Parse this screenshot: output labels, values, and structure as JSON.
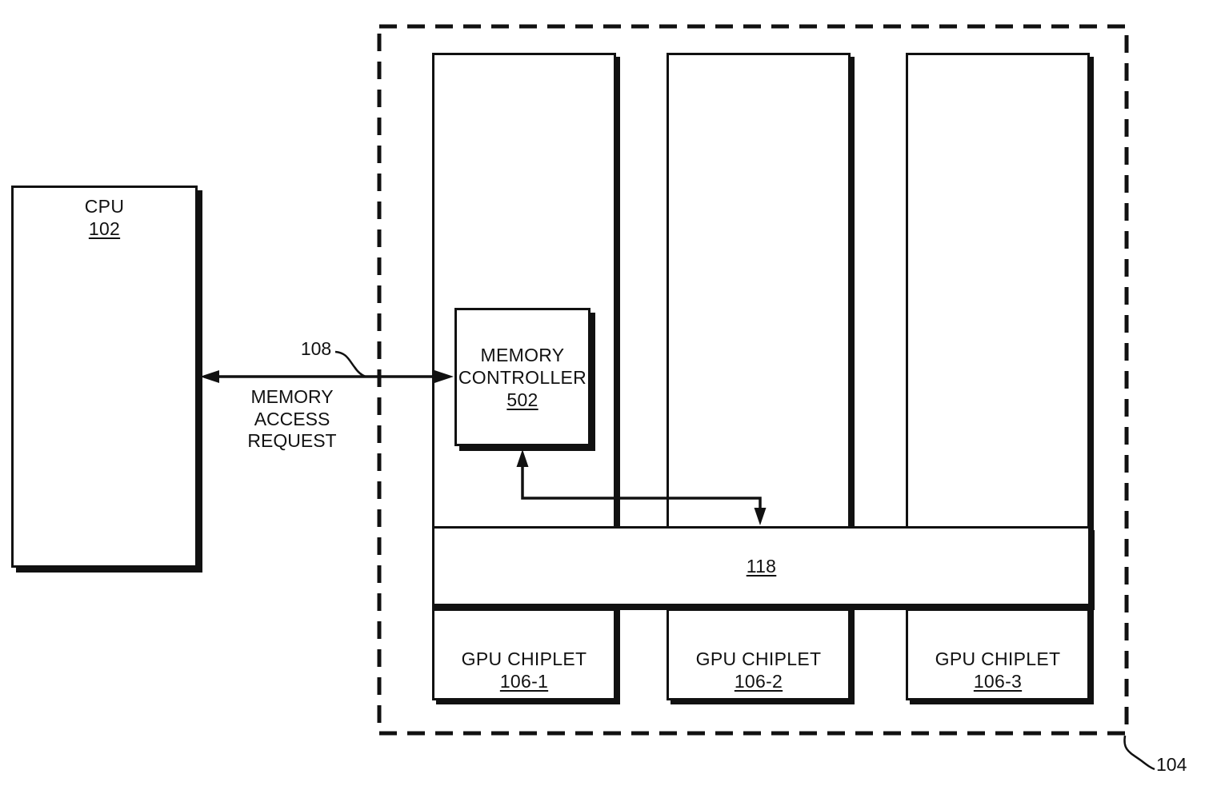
{
  "colors": {
    "ink": "#111111",
    "paper": "#ffffff"
  },
  "cpu": {
    "label": "CPU",
    "ref": "102"
  },
  "interconnect": {
    "ref": "108",
    "caption": [
      "MEMORY",
      "ACCESS",
      "REQUEST"
    ]
  },
  "memory_controller": {
    "line1": "MEMORY",
    "line2": "CONTROLLER",
    "ref": "502"
  },
  "bus": {
    "ref": "118"
  },
  "package": {
    "ref": "104"
  },
  "chiplets": [
    {
      "label": "GPU CHIPLET",
      "ref": "106-1"
    },
    {
      "label": "GPU CHIPLET",
      "ref": "106-2"
    },
    {
      "label": "GPU CHIPLET",
      "ref": "106-3"
    }
  ]
}
